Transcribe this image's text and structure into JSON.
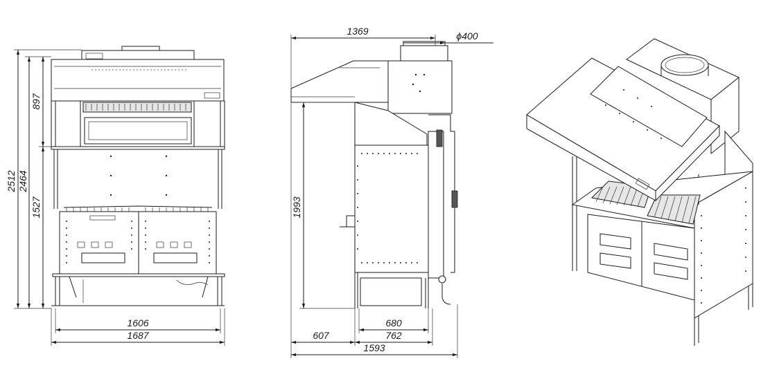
{
  "front_view": {
    "dims": {
      "overall_height": "2512",
      "body_height": "2464",
      "hood_height": "897",
      "lower_height": "1527",
      "inner_width": "1606",
      "outer_width": "1687"
    }
  },
  "side_view": {
    "dims": {
      "total_depth_top": "1369",
      "duct_diameter": "ϕ400",
      "side_height": "1993",
      "cabinet_depth": "680",
      "body_depth": "762",
      "overhang": "607",
      "overall_depth": "1593"
    }
  },
  "colors": {
    "line": "#1a1a1a",
    "background": "#ffffff"
  }
}
